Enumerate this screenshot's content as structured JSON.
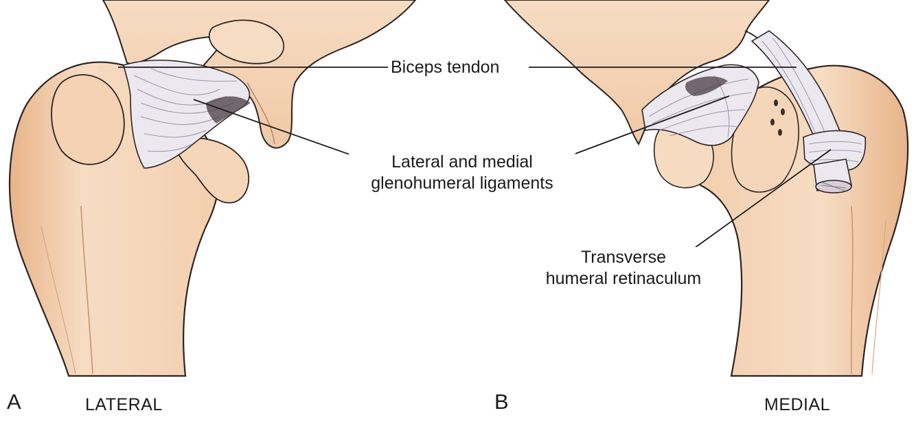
{
  "labels": {
    "biceps": "Biceps tendon",
    "glenohumeral_line1": "Lateral and medial",
    "glenohumeral_line2": "glenohumeral ligaments",
    "transverse_line1": "Transverse",
    "transverse_line2": "humeral retinaculum"
  },
  "panels": {
    "a_letter": "A",
    "a_side": "LATERAL",
    "b_letter": "B",
    "b_side": "MEDIAL"
  },
  "colors": {
    "bone": "#f6d9bf",
    "bone_shadow": "#e9b990",
    "ligament": "#ece8f0",
    "outline": "#2b2222"
  }
}
